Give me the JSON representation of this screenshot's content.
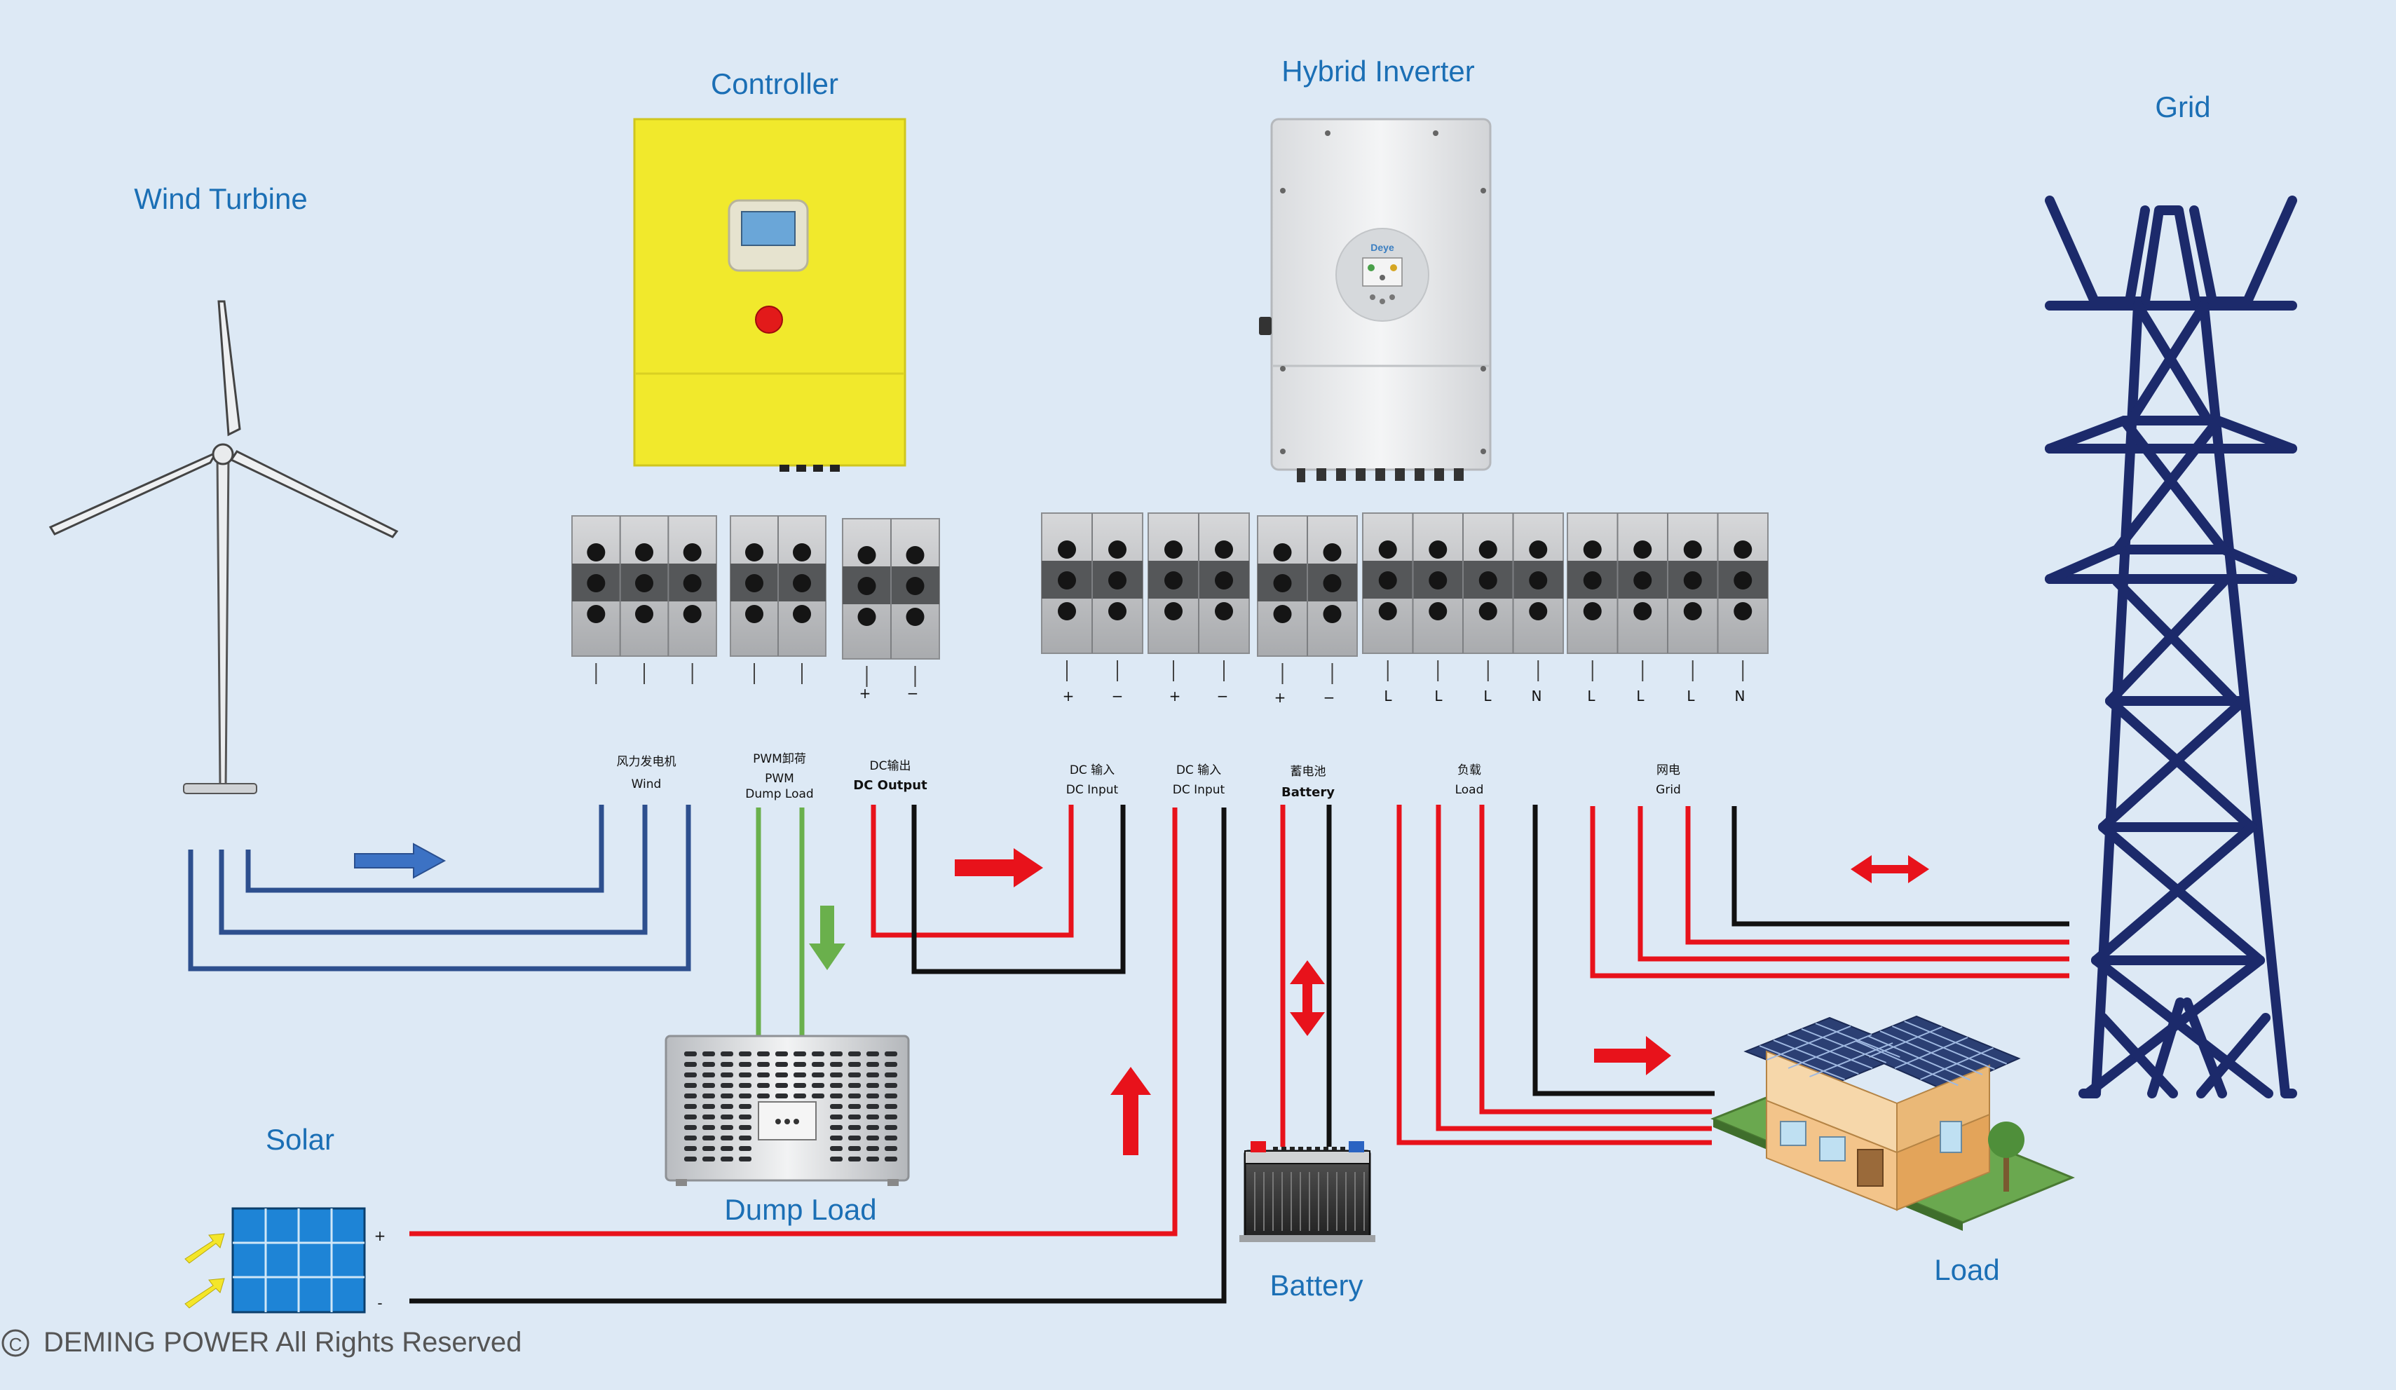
{
  "titles": {
    "wind_turbine": "Wind Turbine",
    "controller": "Controller",
    "hybrid_inverter": "Hybrid Inverter",
    "grid": "Grid",
    "solar": "Solar",
    "dump_load": "Dump Load",
    "battery": "Battery",
    "load": "Load"
  },
  "terminals": {
    "wind": {
      "cn": "风力发电机",
      "en": "Wind"
    },
    "pwm": {
      "cn": "PWM卸荷",
      "en1": "PWM",
      "en2": "Dump Load"
    },
    "dc_output": {
      "cn": "DC输出",
      "en": "DC Output"
    },
    "dc_input_1": {
      "cn": "DC 输入",
      "en": "DC Input"
    },
    "dc_input_2": {
      "cn": "DC 输入",
      "en": "DC Input"
    },
    "battery_term": {
      "cn": "蓄电池",
      "en": "Battery"
    },
    "load_term": {
      "cn": "负载",
      "en": "Load"
    },
    "grid_term": {
      "cn": "网电",
      "en": "Grid"
    }
  },
  "polarity": {
    "plus": "+",
    "minus": "−",
    "L": "L",
    "N": "N",
    "solar_plus": "+",
    "solar_minus": "-"
  },
  "inverter_brand": "Deye",
  "copyright": "DEMING POWER All Rights Reserved",
  "copyright_symbol": "C",
  "colors": {
    "wire_blue": "#2d4f8e",
    "wire_red": "#e8121b",
    "wire_black": "#111111",
    "wire_green": "#6ab04c",
    "title_blue": "#1b6fb5",
    "controller_yellow": "#f1e92c",
    "tower_navy": "#1c2a6b"
  }
}
